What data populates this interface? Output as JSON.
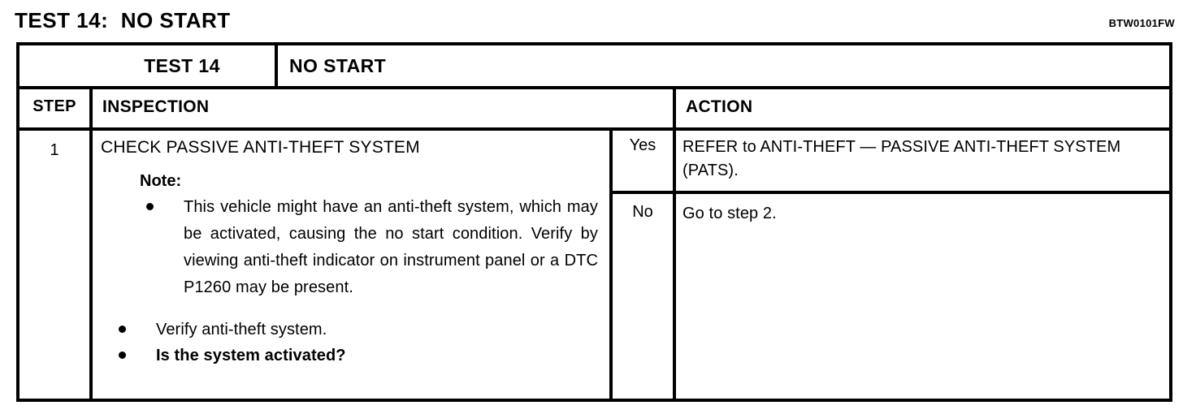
{
  "page": {
    "title": "TEST 14:  NO START",
    "doc_code": "BTW0101FW"
  },
  "table": {
    "header": {
      "test_number": "TEST 14",
      "test_title": "NO START",
      "col_step": "STEP",
      "col_inspection": "INSPECTION",
      "col_action": "ACTION"
    },
    "rows": [
      {
        "step": "1",
        "inspection": {
          "heading": "CHECK PASSIVE ANTI-THEFT SYSTEM",
          "note_label": "Note:",
          "note_bullets": [
            "This vehicle might have an anti-theft system, which may be activated, causing the no start condition.  Verify by viewing anti-theft indicator on instrument panel or a DTC P1260 may be present."
          ],
          "action_bullets": [
            {
              "text": "Verify anti-theft system.",
              "bold": false
            },
            {
              "text": "Is the system activated?",
              "bold": true
            }
          ]
        },
        "answers": [
          {
            "label": "Yes",
            "action": "REFER to ANTI-THEFT — PASSIVE ANTI-THEFT SYSTEM (PATS)."
          },
          {
            "label": "No",
            "action": "Go to step 2."
          }
        ]
      }
    ]
  }
}
